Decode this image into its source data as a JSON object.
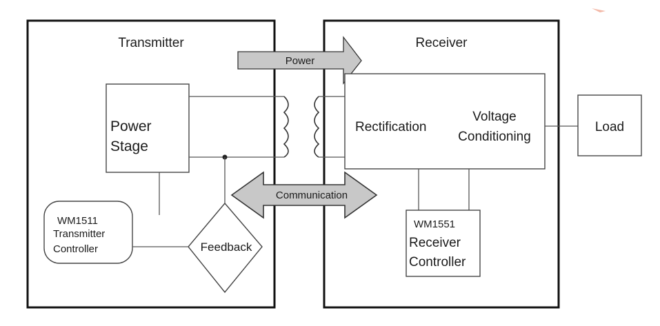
{
  "transmitter": {
    "title": "Transmitter",
    "power_stage": [
      "Power",
      "Stage"
    ],
    "controller": [
      "WM1511",
      "Transmitter",
      "Controller"
    ],
    "feedback": "Feedback"
  },
  "receiver": {
    "title": "Receiver",
    "rectification": "Rectification",
    "voltage_conditioning": [
      "Voltage",
      "Conditioning"
    ],
    "controller": [
      "WM1551",
      "Receiver",
      "Controller"
    ]
  },
  "power_arrow": {
    "label": "Power"
  },
  "communication_arrow": {
    "label": "Communication"
  },
  "load": {
    "label": "Load"
  },
  "colors": {
    "frame": "#111111",
    "arrow_fill": "#c8c8c8",
    "arrow_stroke": "#333333",
    "line": "#555555"
  }
}
